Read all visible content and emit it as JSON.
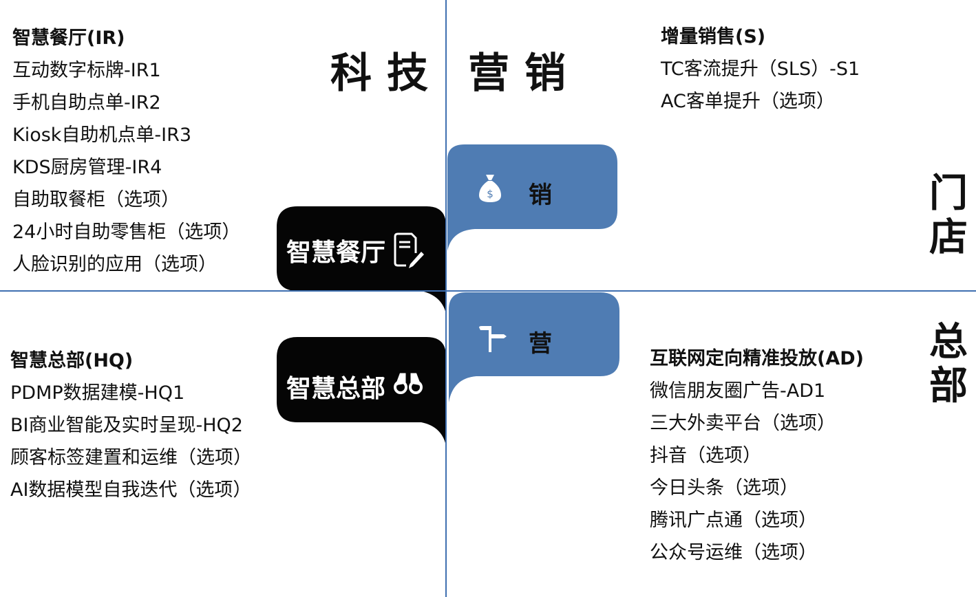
{
  "headers": {
    "tech": "科技",
    "marketing": "营销",
    "store": "门店",
    "hq": "总部"
  },
  "bubbles": {
    "restaurant": {
      "label": "智慧餐厅",
      "icon": "document-pen-icon"
    },
    "hq": {
      "label": "智慧总部",
      "icon": "binoculars-icon"
    },
    "sales": {
      "label": "销",
      "icon": "money-bag-icon"
    },
    "operation": {
      "label": "营",
      "icon": "signpost-icon"
    }
  },
  "quadrants": {
    "top_left": {
      "title": "智慧餐厅(IR)",
      "items": [
        "互动数字标牌-IR1",
        "手机自助点单-IR2",
        "Kiosk自助机点单-IR3",
        "KDS厨房管理-IR4",
        "自助取餐柜（选项）",
        "24小时自助零售柜（选项）",
        "人脸识别的应用（选项）"
      ]
    },
    "top_right": {
      "title": "增量销售(S)",
      "items": [
        "TC客流提升（SLS）-S1",
        "AC客单提升（选项）"
      ]
    },
    "bottom_left": {
      "title": "智慧总部(HQ)",
      "items": [
        "PDMP数据建模-HQ1",
        "BI商业智能及实时呈现-HQ2",
        "顾客标签建置和运维（选项）",
        "AI数据模型自我迭代（选项）"
      ]
    },
    "bottom_right": {
      "title": "互联网定向精准投放(AD)",
      "items": [
        "微信朋友圈广告-AD1",
        "三大外卖平台（选项）",
        "抖音（选项）",
        "今日头条（选项）",
        "腾讯广点通（选项）",
        "公众号运维（选项）"
      ]
    }
  },
  "colors": {
    "blue": "#4F7CB3",
    "black": "#050505",
    "axis": "#3E6FB0"
  }
}
